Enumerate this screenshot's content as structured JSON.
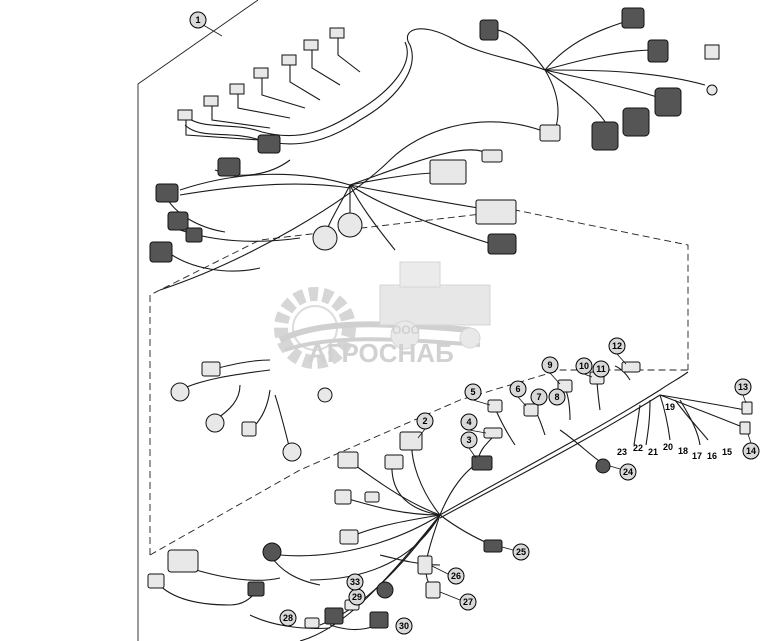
{
  "diagram": {
    "assembly_callout": "1",
    "watermark": {
      "company": "АГРОСНАБ",
      "prefix": "ООО"
    },
    "callouts": [
      {
        "id": "c2",
        "label": "2"
      },
      {
        "id": "c3",
        "label": "3"
      },
      {
        "id": "c4",
        "label": "4"
      },
      {
        "id": "c5",
        "label": "5"
      },
      {
        "id": "c6",
        "label": "6"
      },
      {
        "id": "c7",
        "label": "7"
      },
      {
        "id": "c8",
        "label": "8"
      },
      {
        "id": "c9",
        "label": "9"
      },
      {
        "id": "c10",
        "label": "10"
      },
      {
        "id": "c11",
        "label": "11"
      },
      {
        "id": "c12",
        "label": "12"
      },
      {
        "id": "c13",
        "label": "13"
      },
      {
        "id": "c14",
        "label": "14"
      },
      {
        "id": "c24",
        "label": "24"
      },
      {
        "id": "c25",
        "label": "25"
      },
      {
        "id": "c26",
        "label": "26"
      },
      {
        "id": "c27",
        "label": "27"
      },
      {
        "id": "c28",
        "label": "28"
      },
      {
        "id": "c29",
        "label": "29"
      },
      {
        "id": "c30",
        "label": "30"
      },
      {
        "id": "c33",
        "label": "33"
      }
    ],
    "plain_labels": [
      {
        "id": "p15",
        "label": "15"
      },
      {
        "id": "p16",
        "label": "16"
      },
      {
        "id": "p17",
        "label": "17"
      },
      {
        "id": "p18",
        "label": "18"
      },
      {
        "id": "p19",
        "label": "19"
      },
      {
        "id": "p20",
        "label": "20"
      },
      {
        "id": "p21",
        "label": "21"
      },
      {
        "id": "p22",
        "label": "22"
      },
      {
        "id": "p23",
        "label": "23"
      }
    ]
  }
}
